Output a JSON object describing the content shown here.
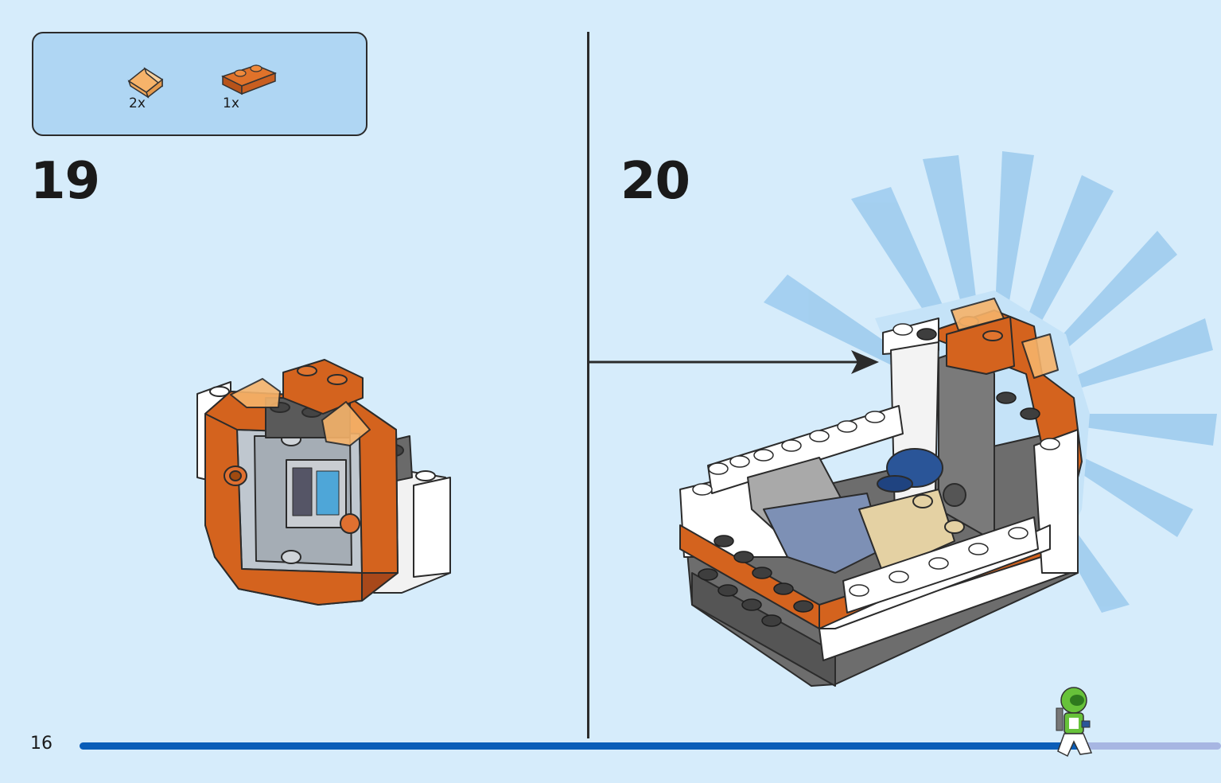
{
  "parts_callout": {
    "items": [
      {
        "name": "trans-orange-slope-1x1",
        "qty": "2x"
      },
      {
        "name": "orange-plate-1x2",
        "qty": "1x"
      }
    ]
  },
  "steps": [
    {
      "number": "19"
    },
    {
      "number": "20"
    }
  ],
  "page": {
    "number": "16",
    "progress": 0.877
  },
  "colors": {
    "background": "#d6ecfb",
    "callout_bg": "#afd6f3",
    "orange": "#d4631e",
    "trans_orange": "#f6b36a",
    "progress": "#0a5db8"
  }
}
